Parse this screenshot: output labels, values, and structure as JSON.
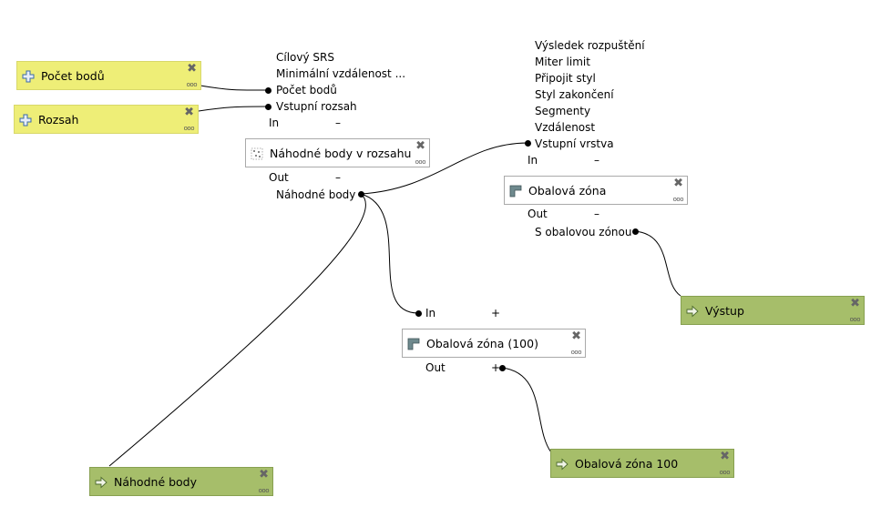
{
  "nodes": {
    "pocet_bodu": {
      "title": "Počet bodů",
      "icon": "plus-icon"
    },
    "rozsah": {
      "title": "Rozsah",
      "icon": "plus-icon"
    },
    "nahodne_body_alg": {
      "title": "Náhodné body v rozsahu",
      "icon": "random-points-icon",
      "inputs": [
        "Cílový SRS",
        "Minimální vzdálenost ...",
        "Počet bodů",
        "Vstupní rozsah"
      ],
      "in_label": "In",
      "in_sign": "–",
      "out_label": "Out",
      "out_sign": "–",
      "outputs": [
        "Náhodné body"
      ]
    },
    "obalova_zona": {
      "title": "Obalová zóna",
      "icon": "buffer-icon",
      "inputs": [
        "Výsledek rozpuštění",
        "Miter limit",
        "Připojit styl",
        "Styl zakončení",
        "Segmenty",
        "Vzdálenost",
        "Vstupní vrstva"
      ],
      "in_label": "In",
      "in_sign": "–",
      "out_label": "Out",
      "out_sign": "–",
      "outputs": [
        "S obalovou zónou"
      ]
    },
    "obalova_zona_100": {
      "title": "Obalová zóna (100)",
      "icon": "buffer-icon",
      "in_label": "In",
      "in_sign": "+",
      "out_label": "Out",
      "out_sign": "+"
    },
    "out_vystup": {
      "title": "Výstup",
      "icon": "arrow-right-icon"
    },
    "out_nahodne_body": {
      "title": "Náhodné body",
      "icon": "arrow-right-icon"
    },
    "out_obalova_zona_100": {
      "title": "Obalová zóna 100",
      "icon": "arrow-right-icon"
    }
  },
  "glyphs": {
    "close": "✖",
    "more": "ooo"
  },
  "colors": {
    "input_node": "#eeee77",
    "output_node": "#a6be6a",
    "algorithm_node": "#ffffff",
    "wire": "#000000"
  }
}
